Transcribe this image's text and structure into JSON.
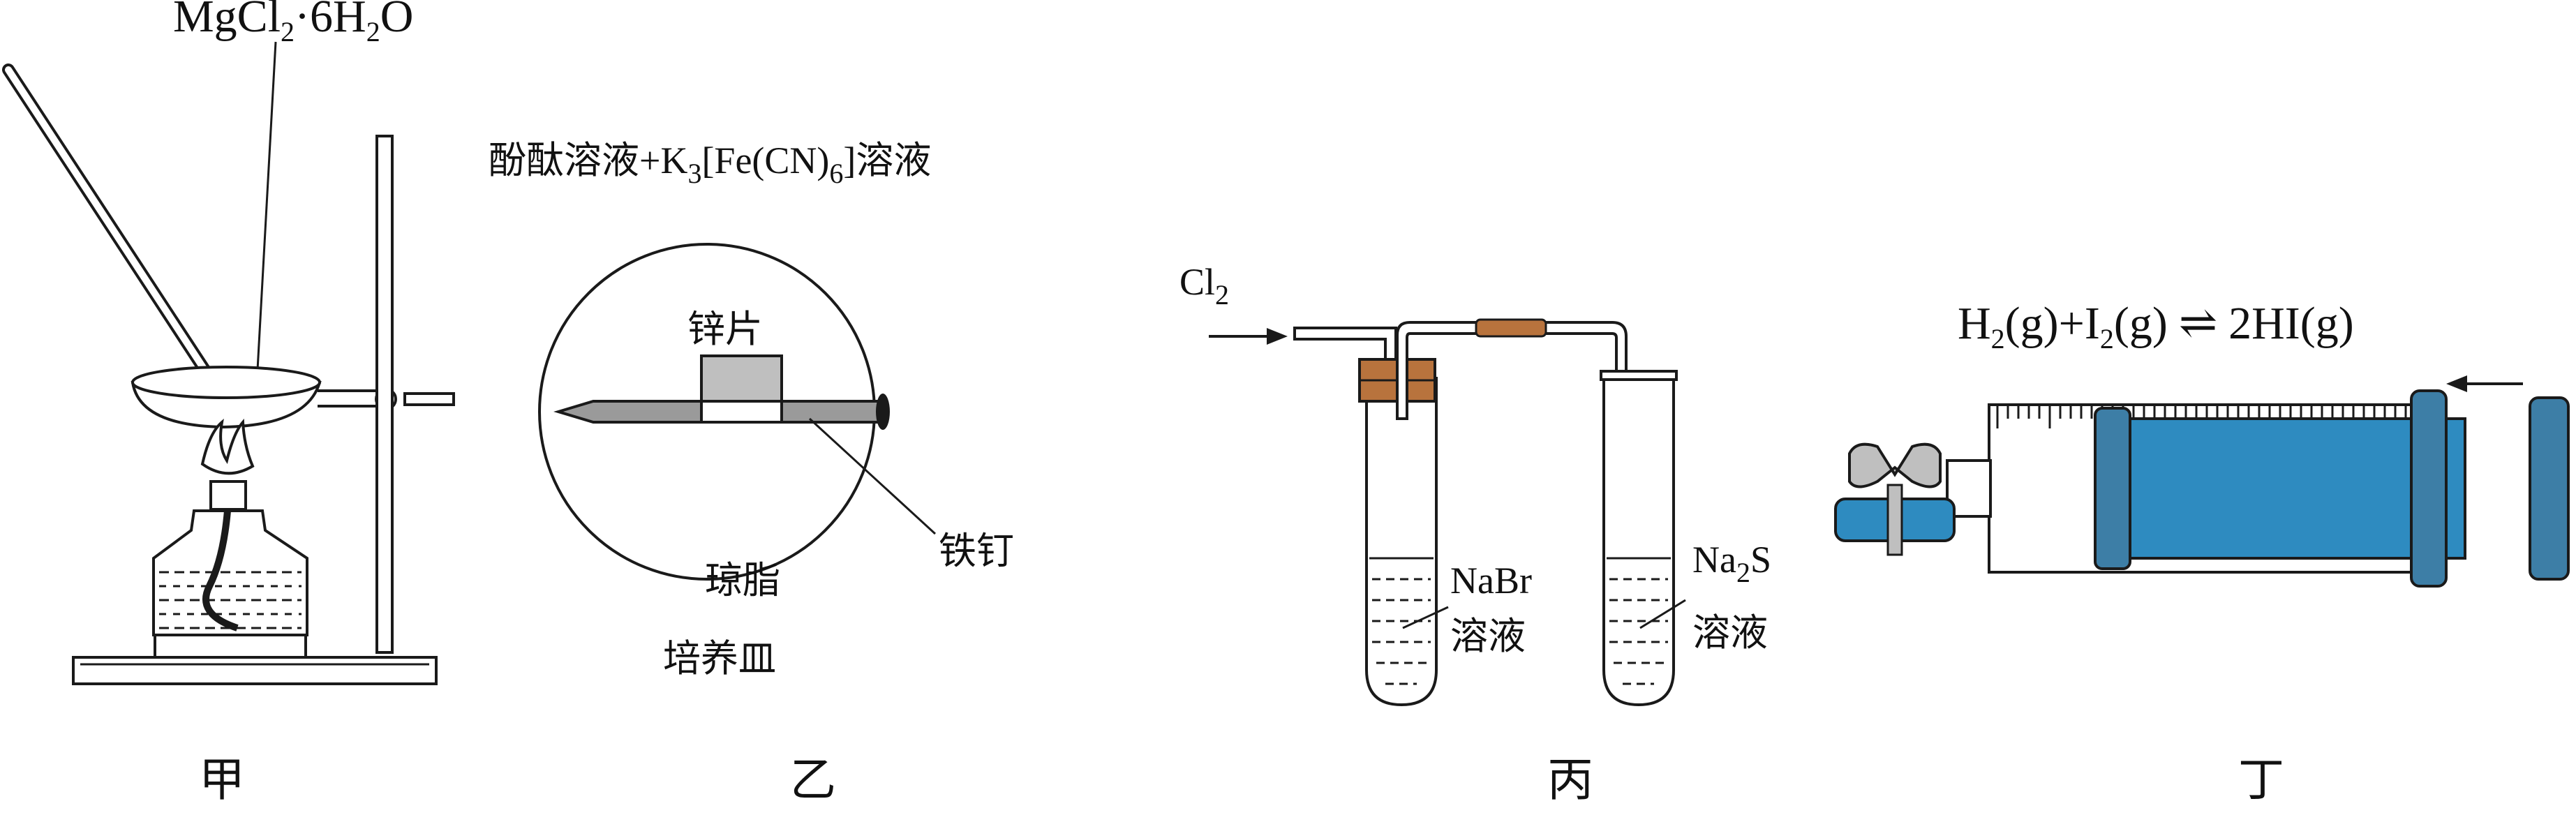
{
  "panels": {
    "jia": {
      "caption": "甲",
      "reagent_main": "MgCl",
      "reagent_sub1": "2",
      "reagent_mid": "·6H",
      "reagent_sub2": "2",
      "reagent_end": "O"
    },
    "yi": {
      "caption": "乙",
      "top_label_a": "酚酞溶液+K",
      "top_label_sub1": "3",
      "top_label_b": "[Fe(CN)",
      "top_label_sub2": "6",
      "top_label_c": "]溶液",
      "zinc_label": "锌片",
      "nail_label": "铁钉",
      "agar_label": "琼脂",
      "dish_label": "培养皿"
    },
    "bing": {
      "caption": "丙",
      "gas_main": "Cl",
      "gas_sub": "2",
      "left_solution_1": "NaBr",
      "left_solution_2": "溶液",
      "right_solution_main": "Na",
      "right_solution_sub": "2",
      "right_solution_end": "S",
      "right_solution_2": "溶液"
    },
    "ding": {
      "caption": "丁",
      "eq_h": "H",
      "eq_h_sub": "2",
      "eq_h_state": "(g)+I",
      "eq_i_sub": "2",
      "eq_i_state": "(g)",
      "eq_arrow": "⇌",
      "eq_product": "2HI(g)"
    }
  },
  "colors": {
    "syringe_fill": "#2e8bc0",
    "syringe_dark": "#3d7ea6",
    "stopper": "#b8733d",
    "zinc_gray": "#bfbfbf",
    "nail_gray": "#9a9a9a"
  }
}
